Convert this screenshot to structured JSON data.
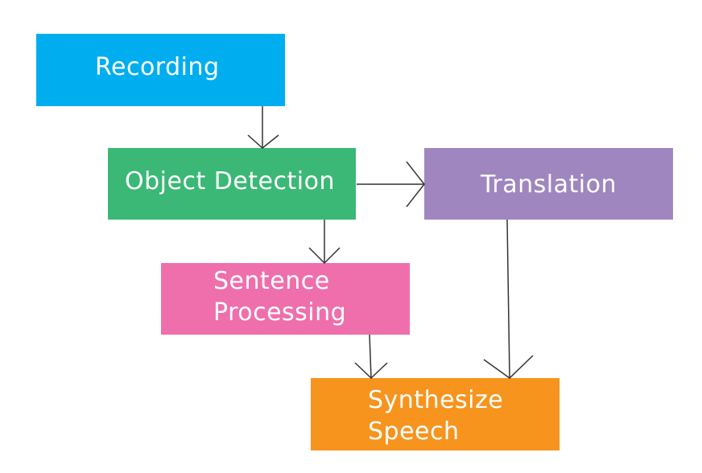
{
  "nodes": {
    "recording": {
      "label": "Recording",
      "color": "#00aeef"
    },
    "detection": {
      "label": "Object Detection",
      "color": "#3bb876"
    },
    "translation": {
      "label": "Translation",
      "color": "#a086bf"
    },
    "sentence": {
      "lines": [
        "Sentence",
        "Processing"
      ],
      "color": "#ef6fac"
    },
    "speech": {
      "lines": [
        "Synthesize",
        "Speech"
      ],
      "color": "#f7941e"
    }
  },
  "edges": [
    {
      "from": "recording",
      "to": "detection"
    },
    {
      "from": "detection",
      "to": "translation"
    },
    {
      "from": "detection",
      "to": "sentence"
    },
    {
      "from": "sentence",
      "to": "speech"
    },
    {
      "from": "translation",
      "to": "speech"
    }
  ],
  "edge_color": "#333333"
}
